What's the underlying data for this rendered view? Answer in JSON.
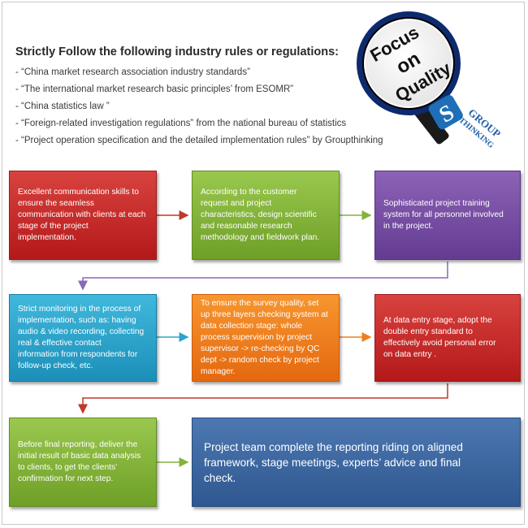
{
  "rules": {
    "title": "Strictly Follow the following industry rules or regulations:",
    "items": [
      "- “China market research association industry standards”",
      "- “The international market research basic principles’ from ESOMR”",
      "- “China statistics law ”",
      "- “Foreign-related investigation regulations” from the national bureau of statistics",
      "- “Project operation specification and the detailed  implementation rules” by Groupthinking"
    ]
  },
  "badge": {
    "line1": "Focus",
    "line2": "on",
    "line3": "Quality"
  },
  "brand": {
    "initials": "S",
    "line1": "GROUP",
    "line2": "THINKING"
  },
  "steps": [
    {
      "lines": [
        "Excellent communication skills to",
        "ensure the seamless",
        "communication with clients at each",
        "stage of the project",
        "implementation."
      ]
    },
    {
      "lines": [
        "According to the customer",
        "request and project",
        "characteristics, design scientific",
        "and reasonable research",
        "methodology and fieldwork plan."
      ]
    },
    {
      "lines": [
        "Sophisticated project training",
        "system for all personnel involved",
        "in the project."
      ]
    },
    {
      "lines": [
        "Strict monitoring in the process of",
        "implementation, such as: having",
        "audio & video recording, collecting",
        "real & effective contact",
        "information from respondents for",
        "follow-up check, etc."
      ]
    },
    {
      "lines": [
        "To ensure the survey quality, set",
        "up three layers checking system at",
        "data collection stage:  whole",
        "process supervision by project",
        "supervisor -> re-checking by QC",
        "dept ->  random check by project",
        "manager."
      ]
    },
    {
      "lines": [
        "At data entry stage, adopt the",
        "double entry standard to",
        "effectively avoid personal error",
        "on data entry ."
      ]
    },
    {
      "lines": [
        "Before final reporting, deliver the",
        "initial result of basic data analysis",
        "to clients, to get the clients’",
        "confirmation for next step."
      ]
    },
    {
      "lines": [
        "Project team complete the reporting riding on aligned",
        "framework, stage meetings, experts’ advice and final",
        "check."
      ]
    }
  ],
  "colors": {
    "red": "#c52a29",
    "green": "#84b33a",
    "purple": "#774ea4",
    "blue": "#2ba4cc",
    "orange": "#f07d1e",
    "dark_blue": "#3d67a0",
    "connector_purple": "#8a68b8",
    "connector_red": "#c0392b"
  }
}
